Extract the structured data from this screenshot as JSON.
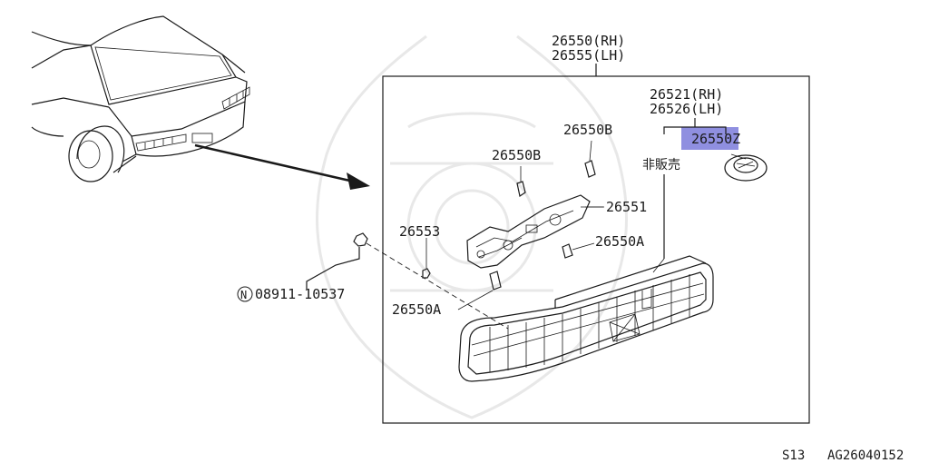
{
  "labels": {
    "assembly_rh": "26550(RH)",
    "assembly_lh": "26555(LH)",
    "housing_rh": "26521(RH)",
    "housing_lh": "26526(LH)",
    "lens_kit": "26550Z",
    "not_for_sale": "非販売",
    "bulb_b_left": "26550B",
    "bulb_b_right": "26550B",
    "socket_plate": "26551",
    "bulb_a_right": "26550A",
    "bulb_a_left": "26550A",
    "nut": "26553",
    "nut_symbol": "N",
    "nut_part": "08911-10537"
  },
  "footer": {
    "model": "S13",
    "code": "AG26040152"
  },
  "colors": {
    "highlight": "#8f8fe0",
    "line": "#1a1a1a",
    "watermark": "#e8e8e8"
  }
}
